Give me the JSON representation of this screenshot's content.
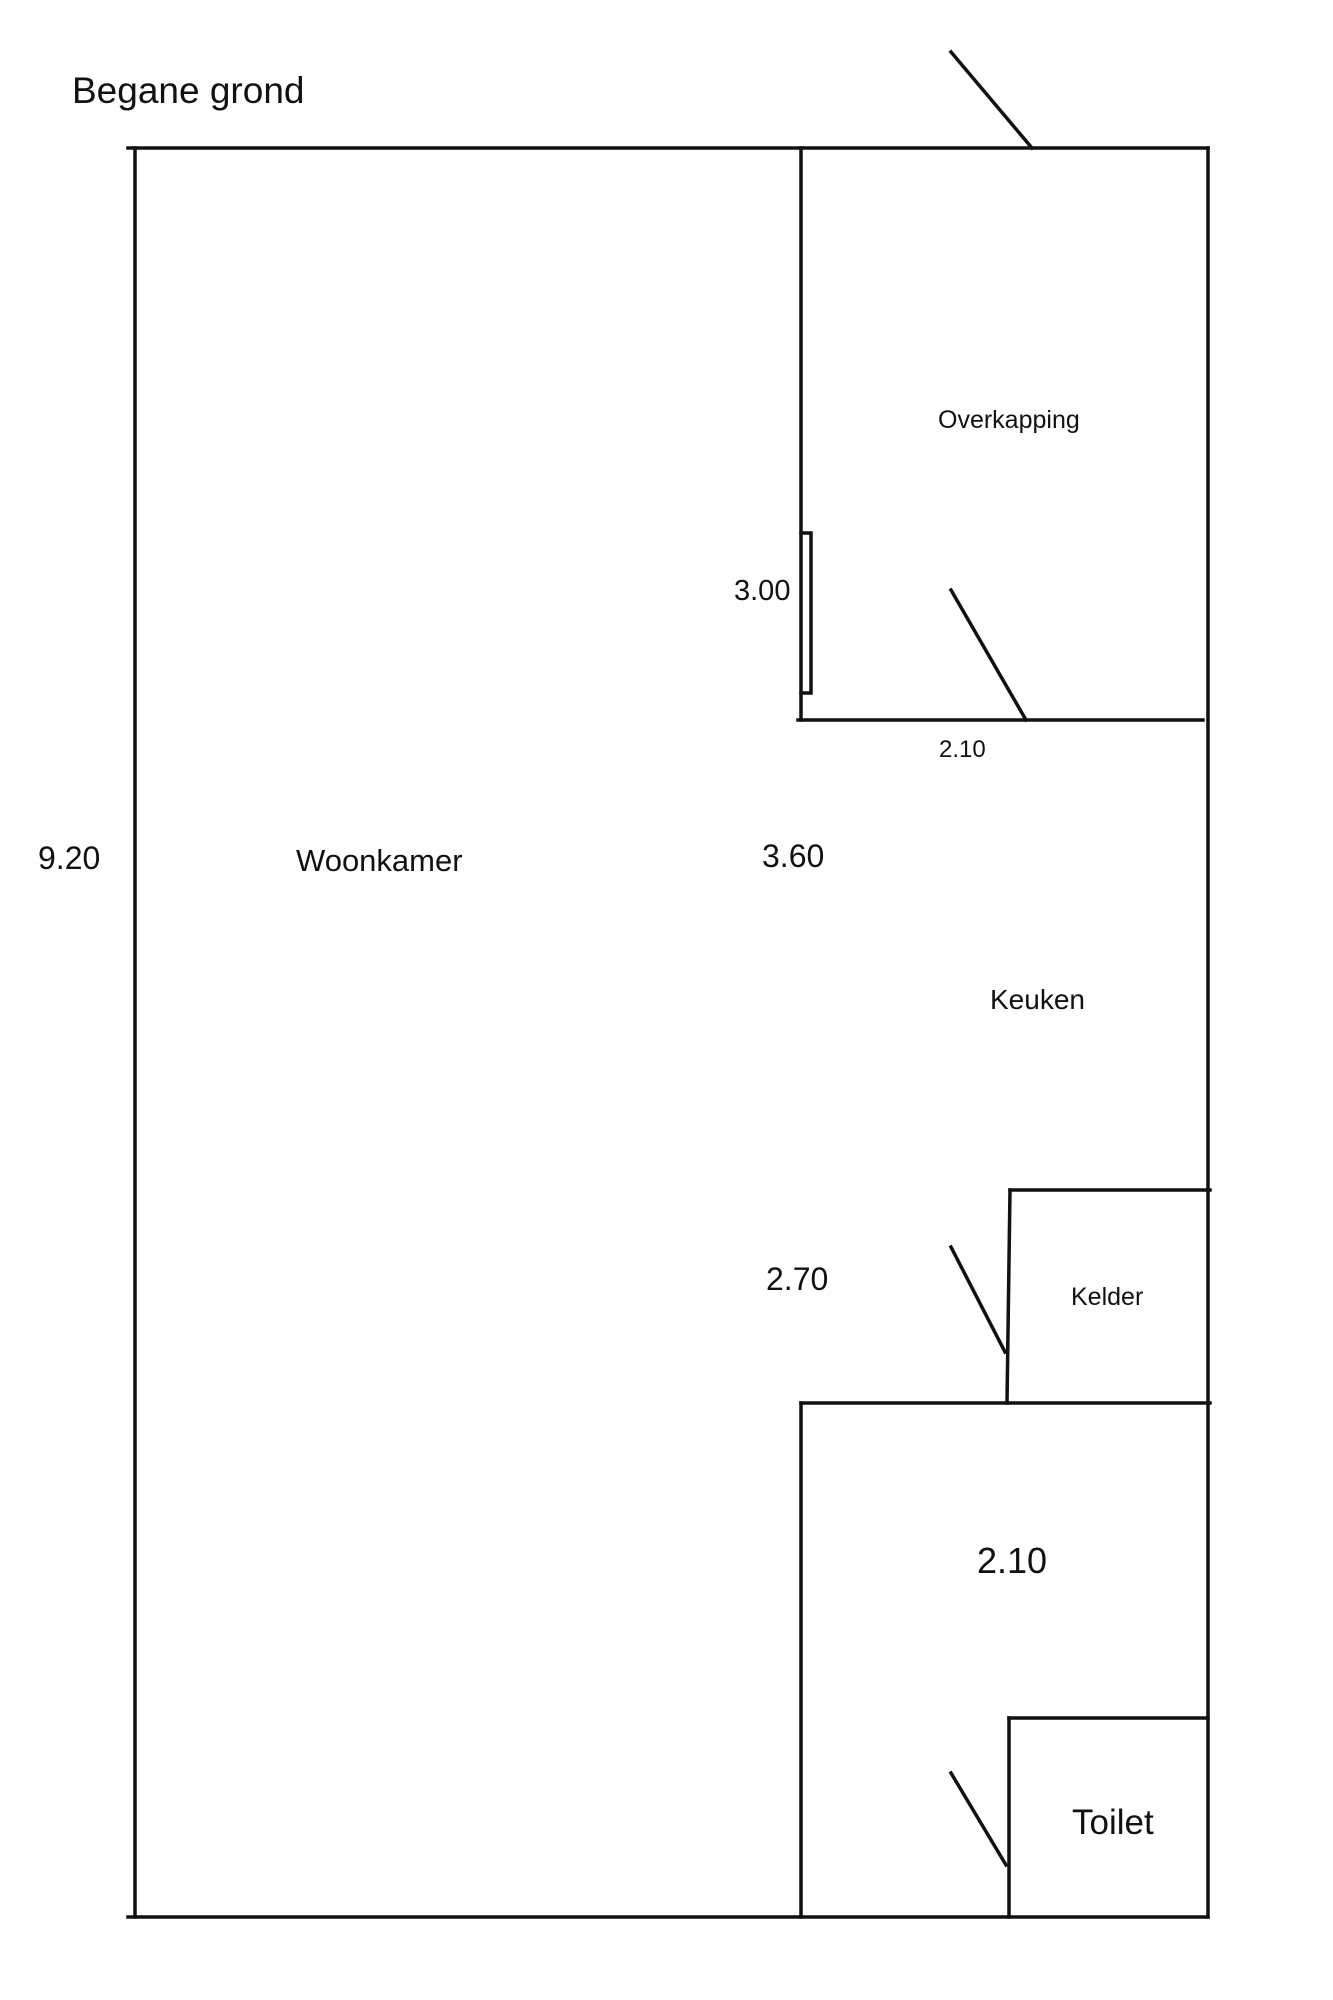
{
  "title": "Begane grond",
  "rooms": {
    "woonkamer": "Woonkamer",
    "overkapping": "Overkapping",
    "keuken": "Keuken",
    "kelder": "Kelder",
    "toilet": "Toilet"
  },
  "dimensions": {
    "total_length": "9.20",
    "overkapping_depth": "3.00",
    "overkapping_width": "2.10",
    "keuken_length": "3.60",
    "hall_length": "2.70",
    "hall_width": "2.10"
  },
  "colors": {
    "line": "#111111",
    "background": "#ffffff"
  }
}
